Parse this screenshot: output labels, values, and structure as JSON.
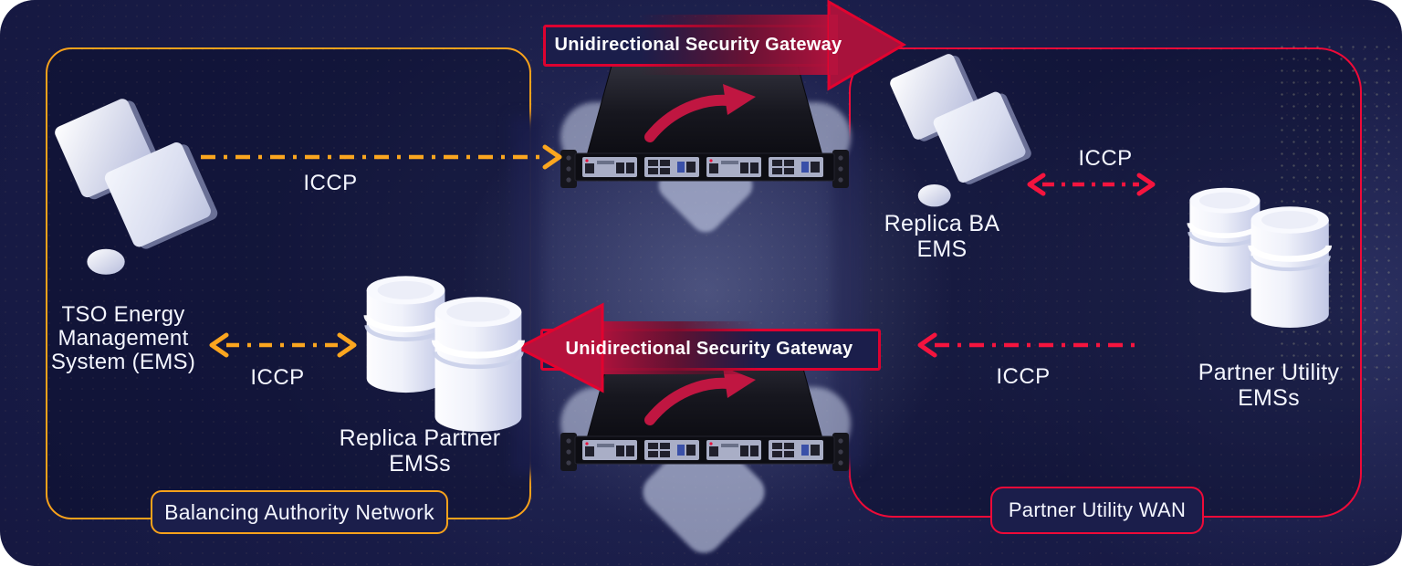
{
  "colors": {
    "panel_bg": "#191C48",
    "zone_ba_accent": "#F9A21B",
    "zone_wan_accent": "#EF0A38",
    "gateway_box_fill": "#1B1E4B",
    "gateway_box_border": "#DD0230",
    "arrow_fill_bright": "#B5123D",
    "arrow_fill_dark": "#5F0D28",
    "arrow_outline": "#E2032F",
    "link_orange": "#FBA61F",
    "link_red": "#F5143E",
    "text": "#F4F6FF"
  },
  "zones": {
    "ba": {
      "label": "Balancing Authority Network"
    },
    "wan": {
      "label": "Partner Utility WAN"
    }
  },
  "gateways": {
    "top": {
      "label": "Unidirectional Security Gateway",
      "direction": "right"
    },
    "middle": {
      "label": "Unidirectional Security Gateway",
      "direction": "left"
    }
  },
  "nodes": {
    "tso_ems": {
      "line1": "TSO Energy",
      "line2": "Management",
      "line3": "System (EMS)",
      "icon": "workstation-monitors-icon"
    },
    "replica_partner_emss": {
      "line1": "Replica Partner",
      "line2": "EMSs",
      "icon": "database-cylinders-icon"
    },
    "replica_ba_ems": {
      "line1": "Replica BA",
      "line2": "EMS",
      "icon": "workstation-monitors-icon"
    },
    "partner_utility_emss": {
      "line1": "Partner Utility",
      "line2": "EMSs",
      "icon": "database-cylinders-icon"
    }
  },
  "links": {
    "tso_to_gateway": {
      "label": "ICCP",
      "color": "orange",
      "arrows": "right"
    },
    "tso_to_replica_partner": {
      "label": "ICCP",
      "color": "orange",
      "arrows": "both"
    },
    "replica_ba_to_partner_utility": {
      "label": "ICCP",
      "color": "red",
      "arrows": "both"
    },
    "partner_utility_to_gateway": {
      "label": "ICCP",
      "color": "red",
      "arrows": "left"
    }
  }
}
